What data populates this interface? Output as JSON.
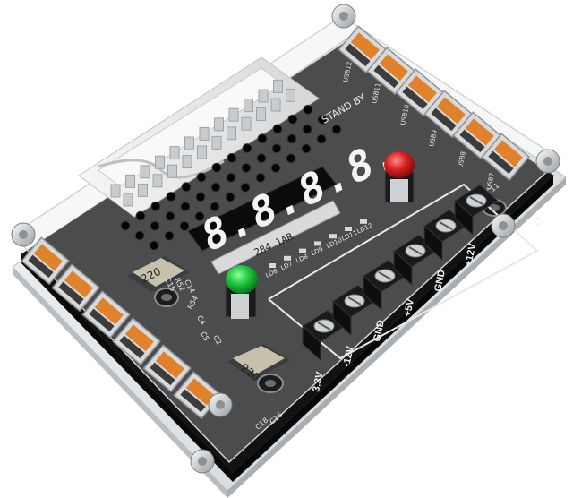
{
  "display": {
    "digits": "8.8.8.8.",
    "model_label": "284 1AR"
  },
  "silkscreen": {
    "standby": "STAND BY",
    "cap_c15": "C15",
    "cap_r52": "R52",
    "cap_c14": "C14",
    "r54": "R54",
    "c4": "C4",
    "c5": "C5",
    "c2": "C2",
    "c3": "C3",
    "c16": "C16",
    "c18": "C18",
    "c11": "C11",
    "inductor_top": "220",
    "inductor_bottom": "220",
    "led_labels": [
      "LD6",
      "LD7",
      "LD8",
      "LD9",
      "LD10",
      "LD11",
      "LD12"
    ],
    "usb_labels": [
      "USB12",
      "USB11",
      "USB10",
      "USB9",
      "USB8",
      "USB7"
    ]
  },
  "terminals": [
    "3.3V",
    "-12V",
    "GND",
    "+5V",
    "GND",
    "+12V"
  ],
  "colors": {
    "pcb": "#121212",
    "acrylic": "#dfe3e6",
    "usb_orange": "#e0812c",
    "button_green": "#19c23a",
    "button_red": "#d71e1e",
    "led_segments": "#f4f4f4"
  }
}
